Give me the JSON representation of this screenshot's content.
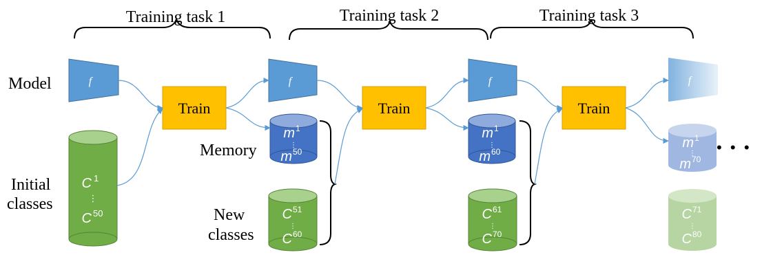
{
  "tasks": [
    {
      "title": "Training task 1"
    },
    {
      "title": "Training task 2"
    },
    {
      "title": "Training task 3"
    }
  ],
  "labels": {
    "model": "Model",
    "memory": "Memory",
    "initial_line1": "Initial",
    "initial_line2": "classes",
    "new_line1": "New",
    "new_line2": "classes"
  },
  "train_label": "Train",
  "model_symbol": "f",
  "initial_classes": {
    "top": "C",
    "top_sup": "1",
    "dots": "⋮",
    "bottom": "C",
    "bottom_sup": "50"
  },
  "new_classes": [
    {
      "top": "C",
      "top_sup": "51",
      "dots": "⋮",
      "bottom": "C",
      "bottom_sup": "60"
    },
    {
      "top": "C",
      "top_sup": "61",
      "dots": "⋮",
      "bottom": "C",
      "bottom_sup": "70"
    },
    {
      "top": "C",
      "top_sup": "71",
      "dots": "⋮",
      "bottom": "C",
      "bottom_sup": "80"
    }
  ],
  "memories": [
    {
      "top": "m",
      "top_sup": "1",
      "dots": "⋮",
      "bottom": "m",
      "bottom_sup": "50"
    },
    {
      "top": "m",
      "top_sup": "1",
      "dots": "⋮",
      "bottom": "m",
      "bottom_sup": "60"
    },
    {
      "top": "m",
      "top_sup": "1",
      "dots": "⋮",
      "bottom": "m",
      "bottom_sup": "70"
    }
  ],
  "ellipsis": "•  •  •",
  "colors": {
    "train_fill": "#FFC000",
    "train_stroke": "#D9A000",
    "model_fill": "#5B9BD5",
    "model_stroke": "#41719C",
    "memory_fill": "#4472C4",
    "memory_top": "#8FAADC",
    "class_fill": "#70AD47",
    "class_top": "#A9D18E",
    "arrow": "#5B9BD5",
    "text": "#000000"
  }
}
